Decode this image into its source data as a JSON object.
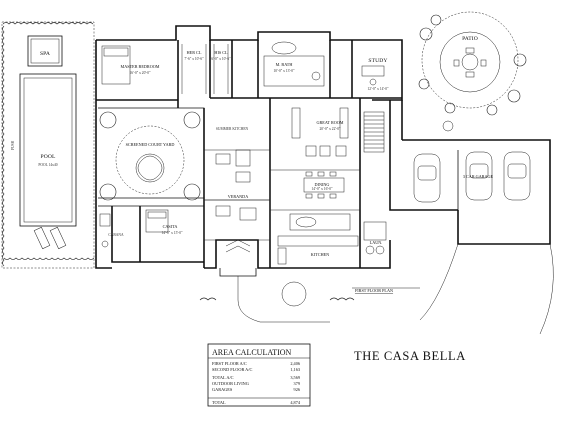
{
  "plan": {
    "title": "THE CASA BELLA",
    "sheet_label": "FIRST FLOOR PLAN",
    "rooms": {
      "spa": "SPA",
      "pool": "POOL",
      "pool_size": "POOL 14x40",
      "master_bedroom": "MASTER BEDROOM",
      "master_bedroom_size": "16'-0\" x 20'-0\"",
      "her_closet": "HER CL",
      "her_closet_size": "7'-6\" x 10'-6\"",
      "his_closet": "HIS CL",
      "his_closet_size": "6'-0\" x 10'-6\"",
      "master_bath": "M. BATH",
      "master_bath_size": "10'-0\" x 13'-0\"",
      "study": "STUDY",
      "study_size": "12'-0\" x 14'-0\"",
      "patio": "PATIO",
      "screened_courtyard": "SCREENED COURT YARD",
      "great_room": "GREAT ROOM",
      "great_room_size": "20'-0\" x 22'-0\"",
      "veranda": "VERANDA",
      "dining": "DINING",
      "dining_size": "14'-0\" x 16'-0\"",
      "garage": "3 CAR GARAGE",
      "casita": "CASITA",
      "casita_size": "14'-0\" x 15'-0\"",
      "cabana": "CABANA",
      "kitchen": "KITCHEN",
      "laundry": "LAUN.",
      "summer_kitchen": "SUMMER KITCHEN"
    }
  },
  "area_calc": {
    "title": "AREA CALCULATION",
    "rows": [
      {
        "label": "FIRST FLOOR A/C",
        "value": "2,406"
      },
      {
        "label": "SECOND FLOOR A/C",
        "value": "1,163"
      },
      {
        "label": "TOTAL A/C",
        "value": "3,569"
      },
      {
        "label": "OUTDOOR LIVING",
        "value": "379"
      },
      {
        "label": "GARAGES",
        "value": "926"
      },
      {
        "label": "TOTAL",
        "value": "4,874"
      }
    ]
  }
}
